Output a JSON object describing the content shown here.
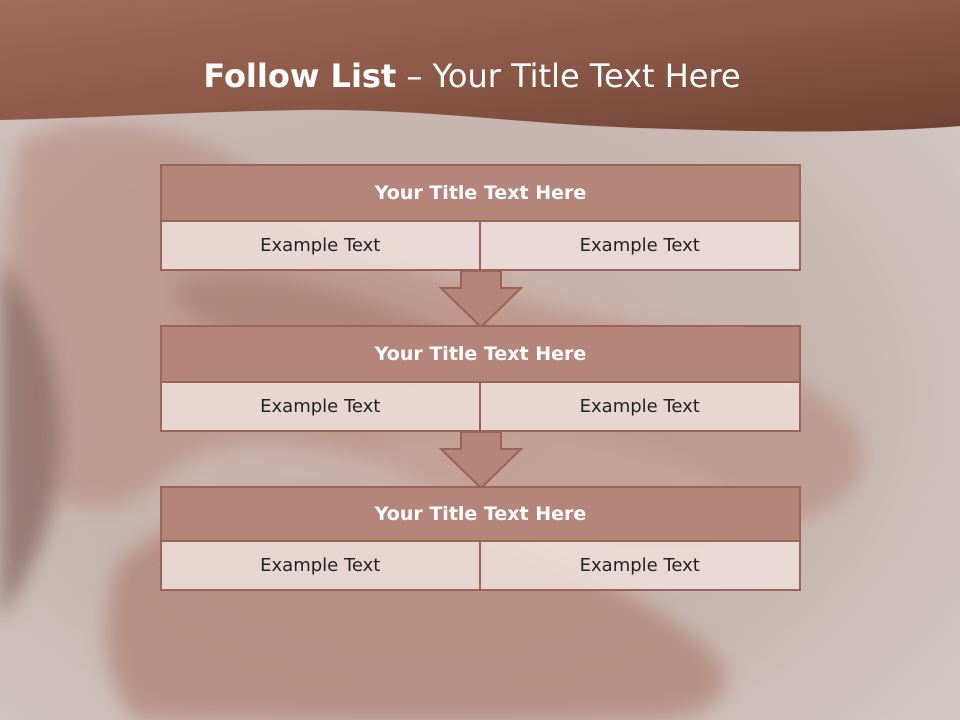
{
  "slide": {
    "title_bold": "Follow List",
    "title_separator": " – ",
    "title_rest": "Your Title Text Here"
  },
  "blocks": [
    {
      "title": "Your Title Text Here",
      "left": "Example Text",
      "right": "Example Text"
    },
    {
      "title": "Your Title Text Here",
      "left": "Example Text",
      "right": "Example Text"
    },
    {
      "title": "Your Title Text Here",
      "left": "Example Text",
      "right": "Example Text"
    }
  ],
  "colors": {
    "header_band": "#8e5a4b",
    "block_title_fill": "#b5857a",
    "block_border": "#9a6558",
    "cell_fill": "#ebdbd8",
    "arrow_fill": "#b5857a"
  }
}
